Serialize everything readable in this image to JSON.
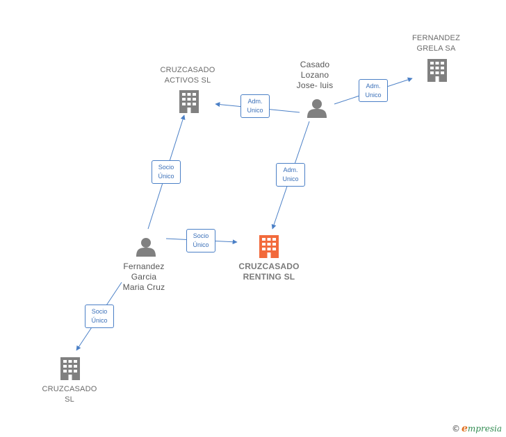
{
  "nodes": {
    "cruzcasado_activos": {
      "line1": "CRUZCASADO",
      "line2": "ACTIVOS  SL"
    },
    "fernandez_grela": {
      "line1": "FERNANDEZ",
      "line2": "GRELA SA"
    },
    "casado_lozano": {
      "line1": "Casado",
      "line2": "Lozano",
      "line3": "Jose- luis"
    },
    "fernandez_garcia": {
      "line1": "Fernandez",
      "line2": "Garcia",
      "line3": "Maria Cruz"
    },
    "cruzcasado_renting": {
      "line1": "CRUZCASADO",
      "line2": "RENTING  SL"
    },
    "cruzcasado_sl": {
      "line1": "CRUZCASADO",
      "line2": "SL"
    }
  },
  "edges": {
    "casado_to_grela": {
      "line1": "Adm.",
      "line2": "Unico"
    },
    "casado_to_activos": {
      "line1": "Adm.",
      "line2": "Unico"
    },
    "casado_to_renting": {
      "line1": "Adm.",
      "line2": "Unico"
    },
    "garcia_to_activos": {
      "line1": "Socio",
      "line2": "Único"
    },
    "garcia_to_renting": {
      "line1": "Socio",
      "line2": "Único"
    },
    "garcia_to_sl": {
      "line1": "Socio",
      "line2": "Único"
    }
  },
  "footer": {
    "copyright": "©",
    "brand_initial": "e",
    "brand_rest": "mpresia"
  },
  "colors": {
    "edge": "#4a7fc6",
    "company": "#808080",
    "center_company": "#f26a3c",
    "person": "#808080"
  }
}
